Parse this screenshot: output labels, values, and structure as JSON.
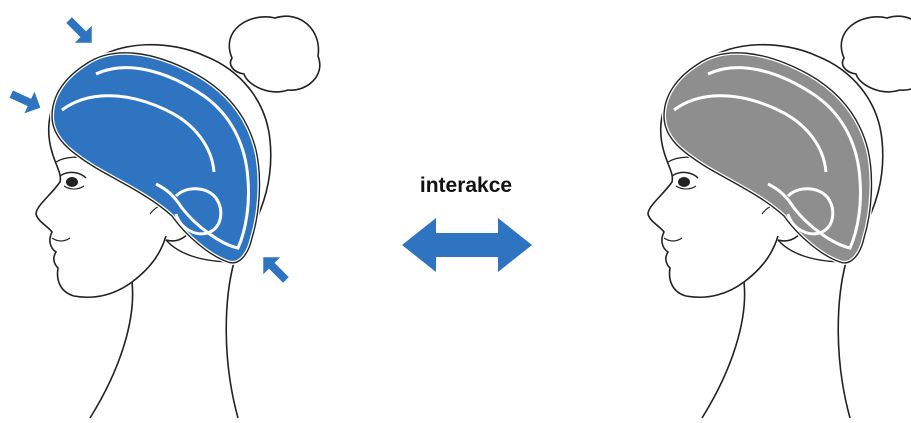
{
  "interaction_label": "interakce",
  "colors": {
    "band_active": "#2E74C0",
    "band_inactive": "#8E8E8E",
    "arrow": "#2E74C0",
    "outline": "#222222"
  },
  "figures": [
    {
      "name": "head-left",
      "state": "pressed",
      "pressure_arrows": 3
    },
    {
      "name": "head-right",
      "state": "neutral",
      "pressure_arrows": 0
    }
  ],
  "icons": [
    "pressure-arrow-icon",
    "double-arrow-icon"
  ]
}
